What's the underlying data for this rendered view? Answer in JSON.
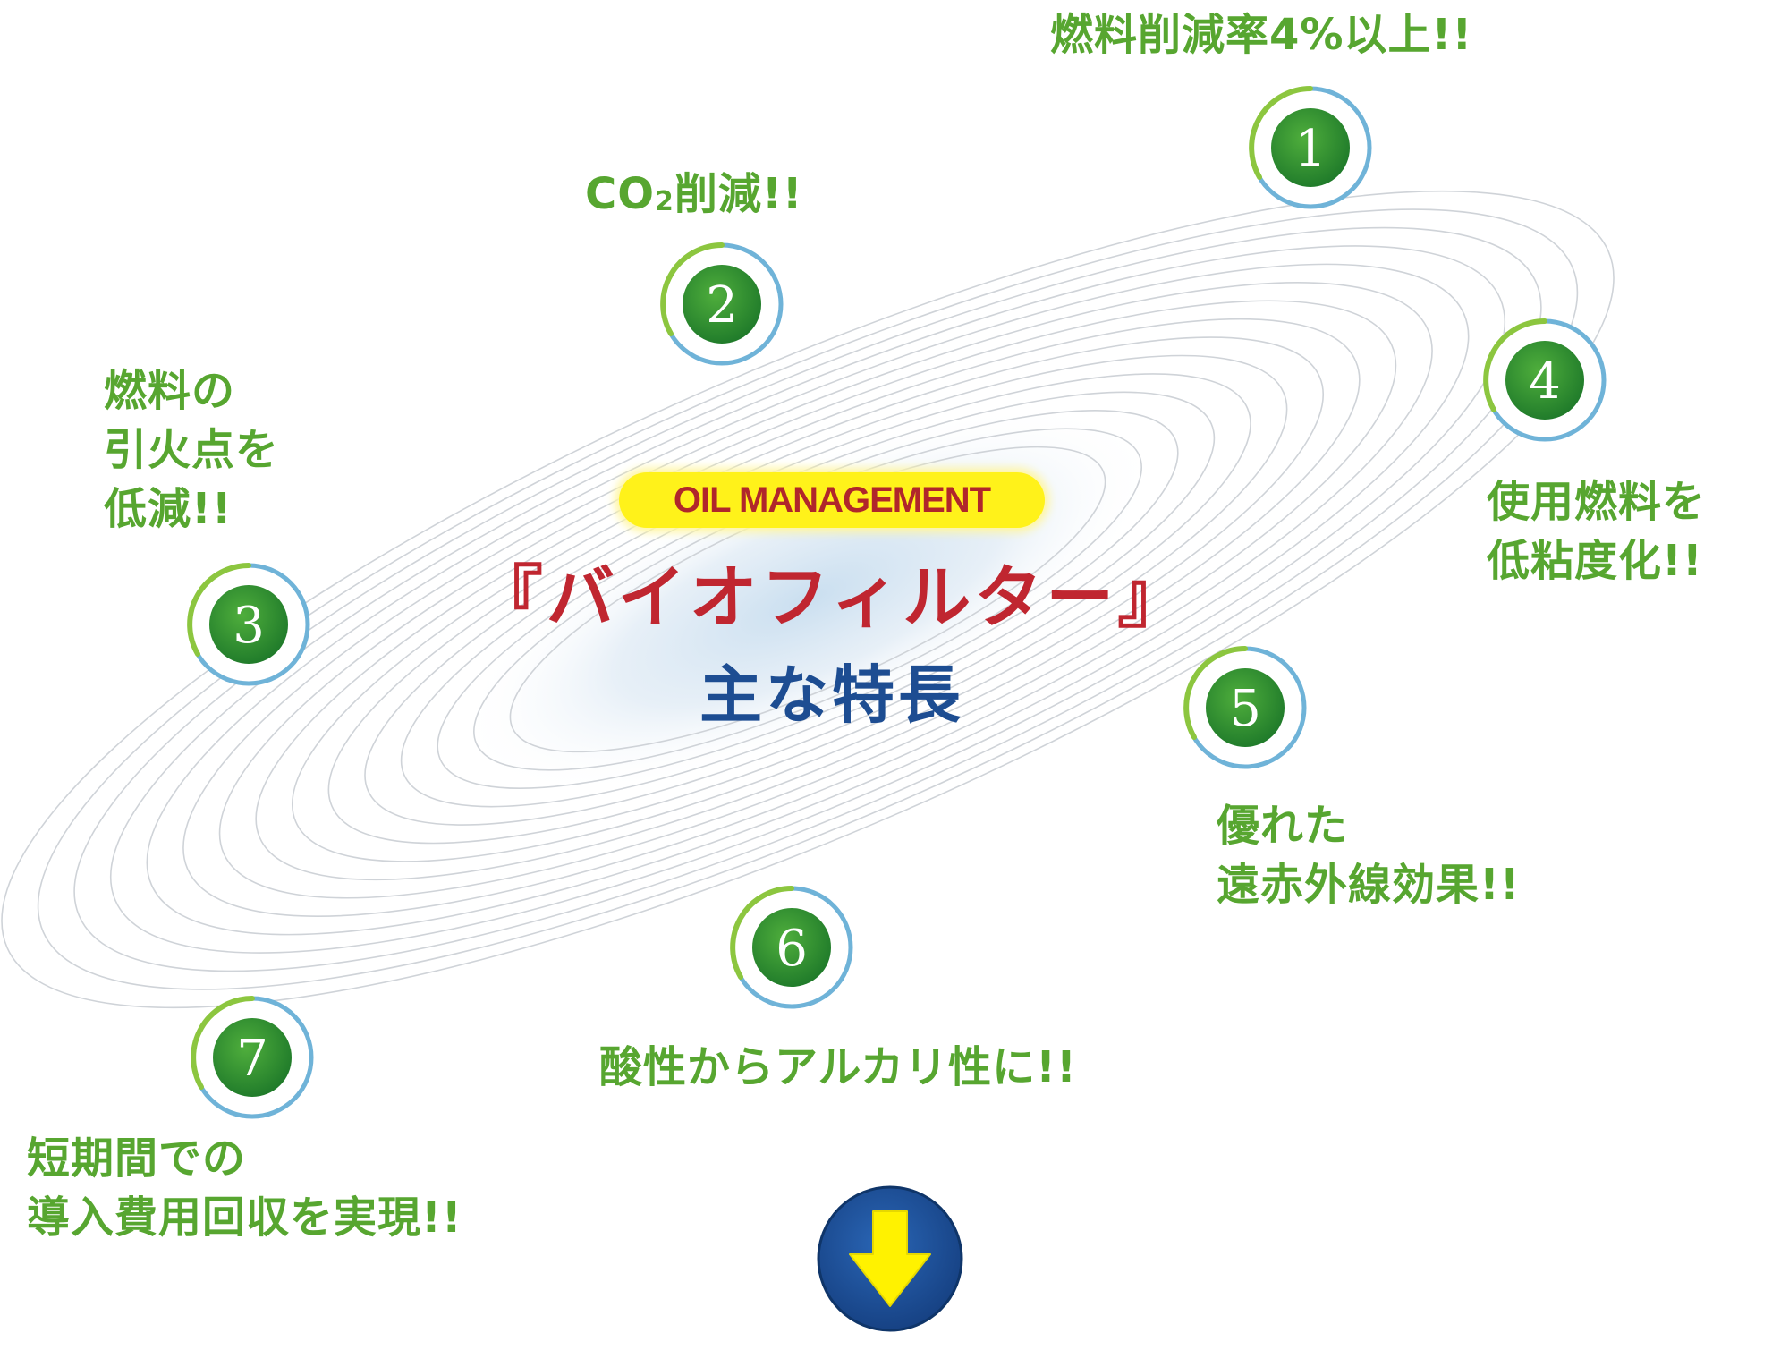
{
  "header": {
    "badge": "OIL MANAGEMENT",
    "product_name": "『バイオフィルター』",
    "subtitle": "主な特長"
  },
  "features": [
    {
      "number": "1",
      "lines": [
        "燃料削減率4%以上!!"
      ]
    },
    {
      "number": "2",
      "lines": [
        "CO",
        "2",
        "削減!!"
      ]
    },
    {
      "number": "3",
      "lines": [
        "燃料の",
        "引火点を",
        "低減!!"
      ]
    },
    {
      "number": "4",
      "lines": [
        "使用燃料を",
        "低粘度化!!"
      ]
    },
    {
      "number": "5",
      "lines": [
        "優れた",
        "遠赤外線効果!!"
      ]
    },
    {
      "number": "6",
      "lines": [
        "酸性からアルカリ性に!!"
      ]
    },
    {
      "number": "7",
      "lines": [
        "短期間での",
        "導入費用回収を実現!!"
      ]
    }
  ],
  "colors": {
    "feature_text": "#57a630",
    "circle_fill": "#2d8a2d",
    "ring_green": "#8cc63f",
    "ring_blue": "#6fb3d8",
    "ellipse_line": "#cfd3d8",
    "badge_bg": "#fff21a",
    "badge_text": "#b0262b",
    "product_name": "#c02630",
    "subtitle": "#1d4d92",
    "arrow_circle": "#1b4f98",
    "arrow": "#fff200"
  },
  "icons": {
    "feature_marker": "numbered-green-circle-icon",
    "down": "down-arrow-icon"
  }
}
